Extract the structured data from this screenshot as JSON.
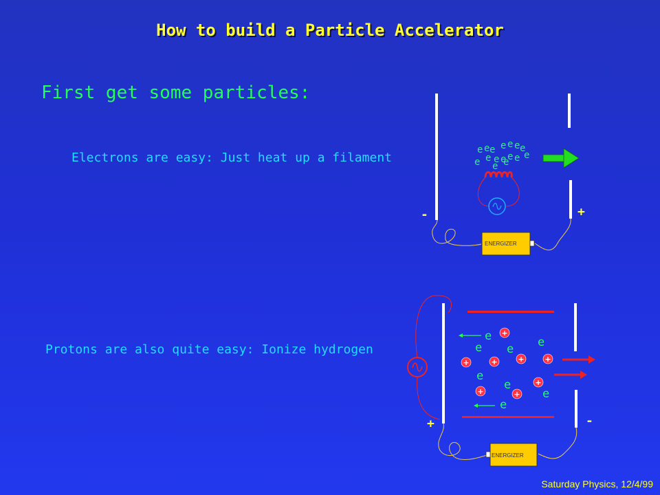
{
  "title": "How to build a Particle Accelerator",
  "heading": "First get some particles:",
  "electrons_text": "Electrons are easy: Just heat up a filament",
  "protons_text": "Protons are also quite easy: Ionize hydrogen",
  "footer": "Saturday Physics, 12/4/99",
  "diagram_top": {
    "energizer_label": "ENERGIZER",
    "minus_sign": "-",
    "plus_sign": "+",
    "electron_char": "e"
  },
  "diagram_bottom": {
    "energizer_label": "ENERGIZER",
    "minus_sign": "-",
    "plus_sign": "+",
    "electron_char": "e",
    "proton_char": "+"
  },
  "colors": {
    "title": "#ffff33",
    "heading": "#22ff55",
    "body_text": "#22ddff",
    "electron": "#22ff66",
    "proton": "#ff3344",
    "arrow_right_top": "#22dd22",
    "arrow_right_bottom": "#ee2222"
  }
}
